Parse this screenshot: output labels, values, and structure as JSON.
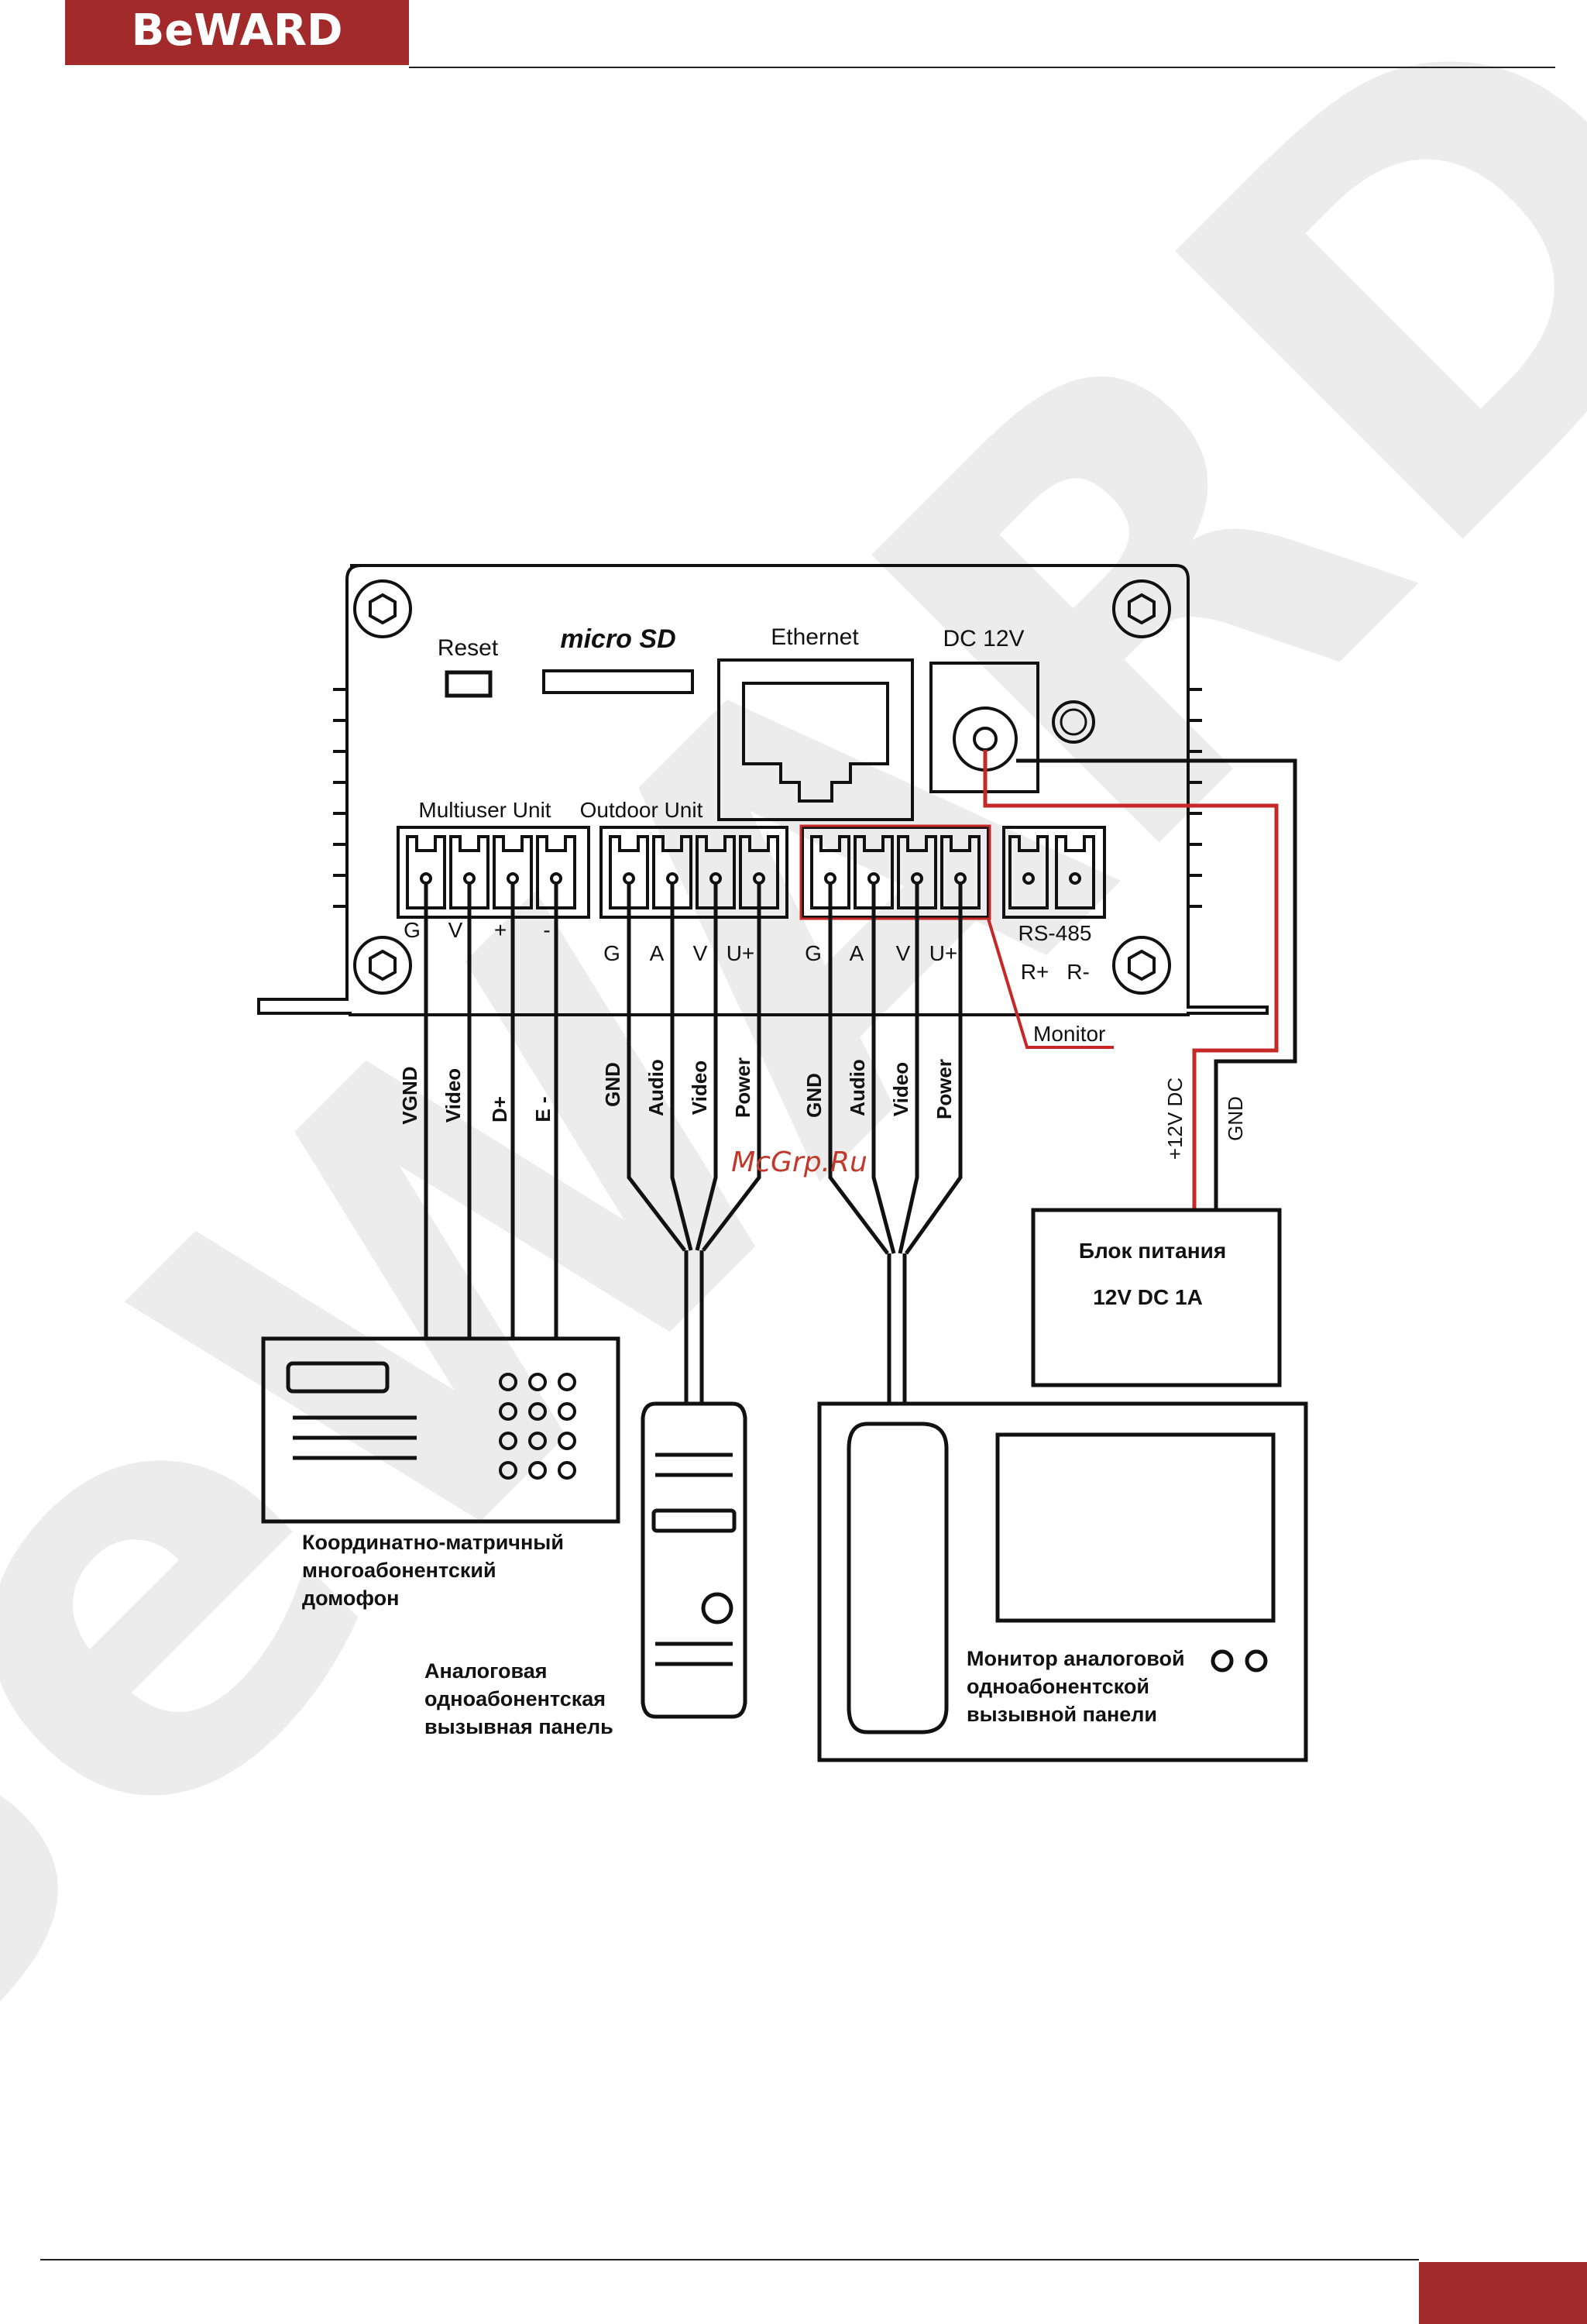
{
  "brand": {
    "logo_text": "BeWARD",
    "accent_color": "#a22a2b",
    "watermark_text": "BeWARD"
  },
  "device": {
    "reset_label": "Reset",
    "microsd_label": "micro SD",
    "ethernet_label": "Ethernet",
    "dc_label": "DC 12V",
    "multiuser_label": "Multiuser Unit",
    "outdoor_label": "Outdoor Unit",
    "rs485_label": "RS-485",
    "multiuser_pins": [
      "G",
      "V",
      "+",
      "-"
    ],
    "outdoor_pins": [
      "G",
      "A",
      "V",
      "U+"
    ],
    "monitor_pins": [
      "G",
      "A",
      "V",
      "U+"
    ],
    "rs485_pins": [
      "R+",
      "R-"
    ],
    "monitor_label": "Monitor"
  },
  "wires": {
    "multiuser": [
      "VGND",
      "Video",
      "D+",
      "E -"
    ],
    "outdoor": [
      "GND",
      "Audio",
      "Video",
      "Power"
    ],
    "monitor": [
      "GND",
      "Audio",
      "Video",
      "Power"
    ],
    "power_plus": "+12V DC",
    "power_gnd": "GND"
  },
  "power_supply": {
    "title": "Блок питания",
    "spec": "12V DC 1A"
  },
  "intercom": {
    "line1": "Координатно-матричный",
    "line2": "многоабонентский",
    "line3": "домофон"
  },
  "call_panel": {
    "line1": "Аналоговая",
    "line2": "одноабонентская",
    "line3": "вызывная панель"
  },
  "monitor_unit": {
    "line1": "Монитор аналоговой",
    "line2": "одноабонентской",
    "line3": "вызывной панели"
  },
  "source_watermark": "McGrp.Ru",
  "colors": {
    "red_wire": "#c62828",
    "line": "#111111"
  }
}
